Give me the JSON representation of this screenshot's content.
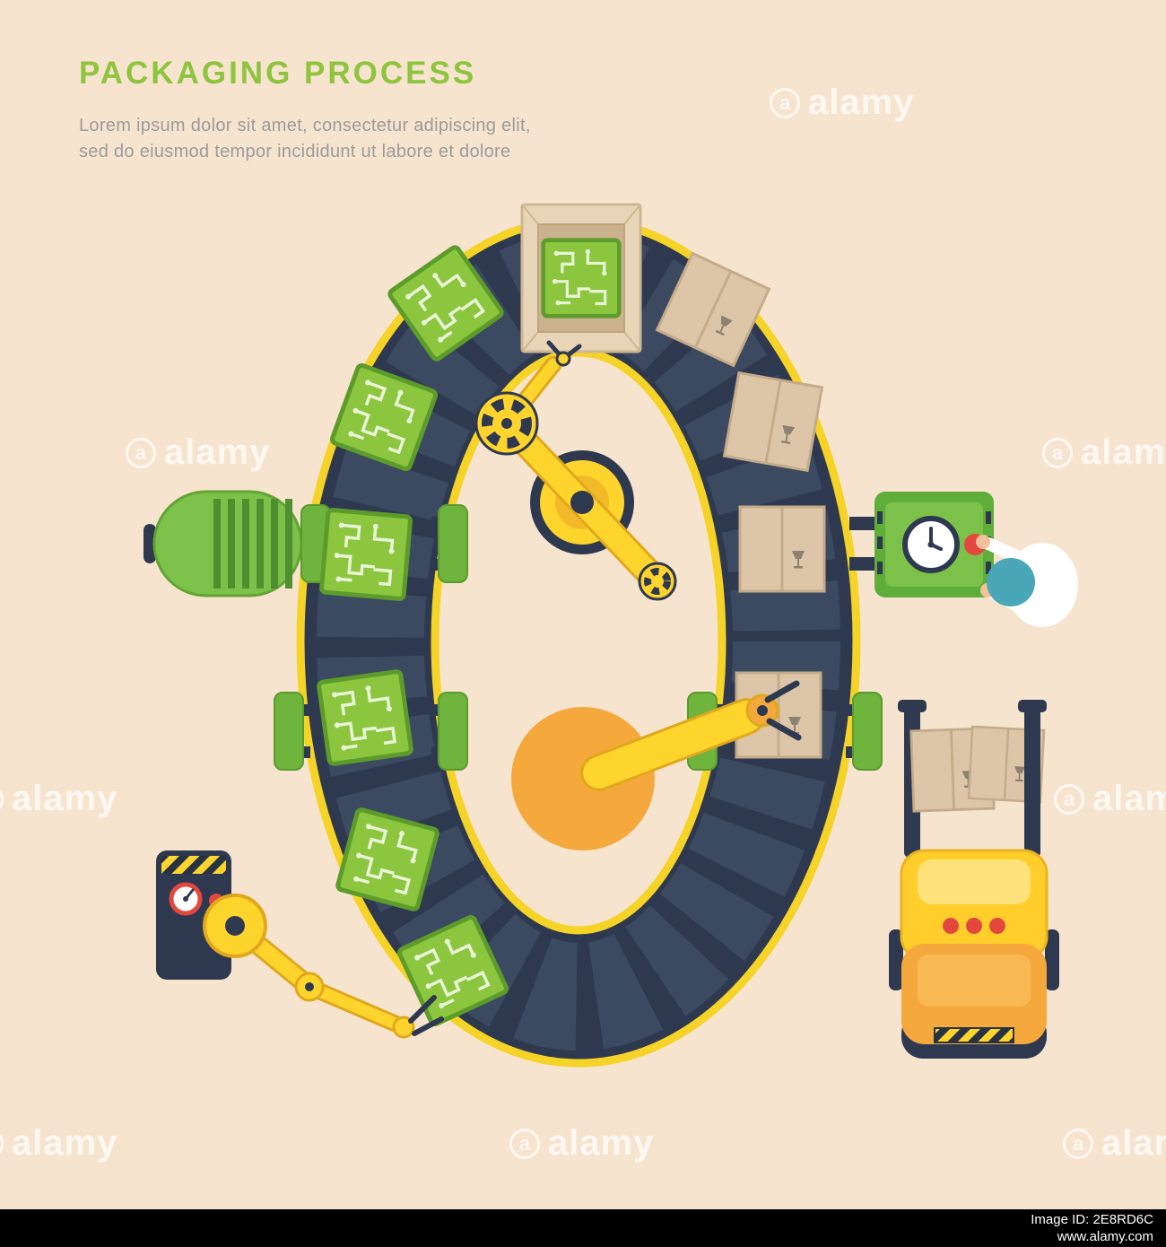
{
  "header": {
    "title": "PACKAGING PROCESS",
    "subtitle_lines": [
      "Lorem ipsum dolor sit amet, consectetur adipiscing elit,",
      "sed do eiusmod tempor incididunt ut labore et dolore"
    ]
  },
  "watermark": {
    "brand": "alamy",
    "logo_letter": "a"
  },
  "footer": {
    "image_id": "Image ID: 2E8RD6C",
    "url": "www.alamy.com"
  },
  "colors": {
    "background": "#f7e4ce",
    "title_green": "#8fc43f",
    "subtitle_gray": "#9b9b9b",
    "belt_navy": "#2e3950",
    "belt_segment": "#3b4961",
    "conveyor_yellow": "#f5d327",
    "robot_yellow": "#ffd42d",
    "robot_orange": "#f5a83c",
    "pcb_green": "#8cc63f",
    "machine_green": "#7cc24a",
    "cardboard_tan": "#ddc6a8",
    "alert_red": "#e3483f",
    "worker_teal": "#4aa7b8",
    "footer_black": "#000000"
  },
  "icons": {
    "alamy_logo": "circled lowercase a",
    "fragile_glass": "wine-glass fragile mark printed on boxes",
    "clock": "analog clock face on operator panel",
    "hazard_stripes": "yellow-black diagonal safety stripes",
    "red_indicator": "round red indicator light"
  }
}
